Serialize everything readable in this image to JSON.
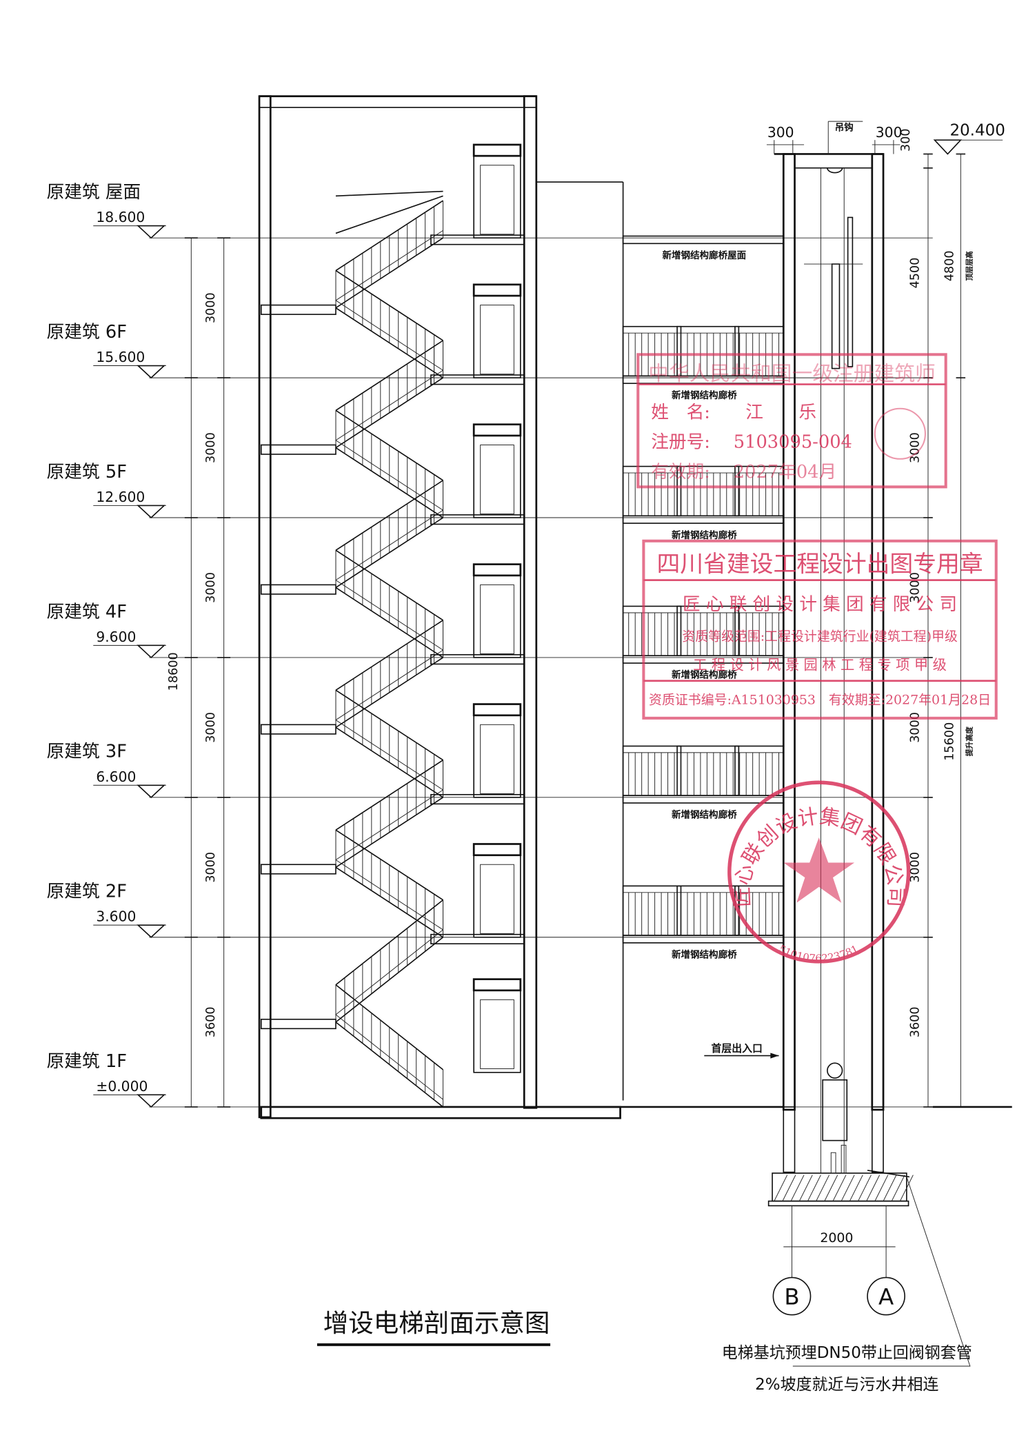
{
  "title": "增设电梯剖面示意图",
  "levels": [
    {
      "name": "原建筑 1F",
      "elevation": "±0.000"
    },
    {
      "name": "原建筑 2F",
      "elevation": "3.600"
    },
    {
      "name": "原建筑 3F",
      "elevation": "6.600"
    },
    {
      "name": "原建筑 4F",
      "elevation": "9.600"
    },
    {
      "name": "原建筑 5F",
      "elevation": "12.600"
    },
    {
      "name": "原建筑 6F",
      "elevation": "15.600"
    },
    {
      "name": "原建筑 屋面",
      "elevation": "18.600"
    }
  ],
  "left_dims": {
    "total": "18600",
    "floors": [
      "3600",
      "3000",
      "3000",
      "3000",
      "3000",
      "3000"
    ]
  },
  "right_dims": {
    "chain": [
      "3600",
      "3000",
      "3000",
      "3000",
      "3000",
      "4500",
      "300"
    ],
    "travel_height": "15600",
    "travel_label": "提升高度",
    "top_height": "4800",
    "top_label": "顶层层高"
  },
  "top": {
    "wall_left": "300",
    "wall_right": "300",
    "hook": "吊钩",
    "top_elevation": "20.400"
  },
  "bridge_label": "新增钢结构廊桥",
  "bridge_roof_label": "新增钢结构廊桥屋面",
  "entrance_label": "首层出入口",
  "axis": {
    "span": "2000",
    "left": "B",
    "right": "A"
  },
  "note": {
    "line1": "电梯基坑预埋DN50带止回阀钢套管",
    "line2": "2%坡度就近与污水井相连"
  },
  "stamps": {
    "architect": {
      "header": "中华人民共和国一级注册建筑师",
      "name": "姓　名:　　江　　乐",
      "reg": "注册号:　 5103095-004",
      "valid": "有效期:　 2027年04月"
    },
    "design": {
      "header": "四川省建设工程设计出图专用章",
      "company": "匠 心 联 创 设 计 集 团 有 限 公 司",
      "scope1": "资质等级范围:工程设计建筑行业(建筑工程)甲级",
      "scope2": "工 程 设 计 风 景 园 林 工 程 专 项 甲 级",
      "cert": "资质证书编号:A151030953　有效期至:2027年01月28日"
    },
    "seal": {
      "company": "匠心联创设计集团有限公司",
      "code": "5101076223781"
    }
  },
  "colors": {
    "ink": "#111111",
    "stamp": "#d8325a",
    "level_line": "#4b3f8f"
  }
}
